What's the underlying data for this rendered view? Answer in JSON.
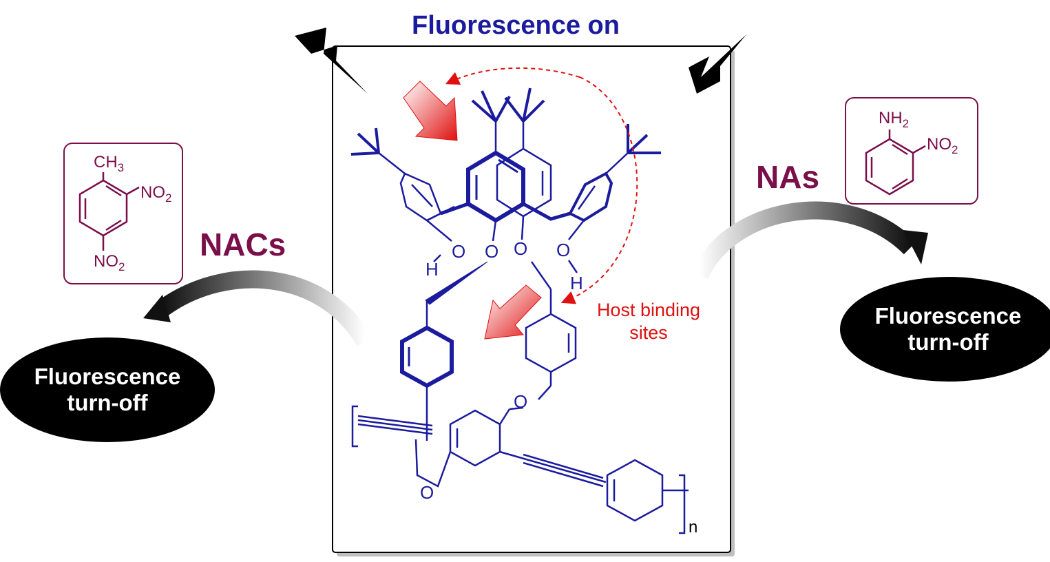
{
  "title": "Fluorescence on",
  "left_label": "NACs",
  "right_label": "NAs",
  "left_result": {
    "line1": "Fluorescence",
    "line2": "turn-off"
  },
  "right_result": {
    "line1": "Fluorescence",
    "line2": "turn-off"
  },
  "annotation": {
    "line1": "Host binding",
    "line2": "sites"
  },
  "left_molecule": {
    "substituent_top": "CH",
    "sub_top": "3",
    "substituent_right": "NO",
    "sub_right": "2",
    "substituent_bottom": "NO",
    "sub_bottom": "2"
  },
  "right_molecule": {
    "substituent_top": "NH",
    "sub_top": "2",
    "substituent_right": "NO",
    "sub_right": "2"
  },
  "polymer": {
    "repeat_subscript": "n",
    "atom_O": "O",
    "atom_H": "H"
  },
  "colors": {
    "host": "#1b1b9e",
    "analyte": "#7a0f4a",
    "arrow": "#e01010",
    "dark": "#000000"
  }
}
